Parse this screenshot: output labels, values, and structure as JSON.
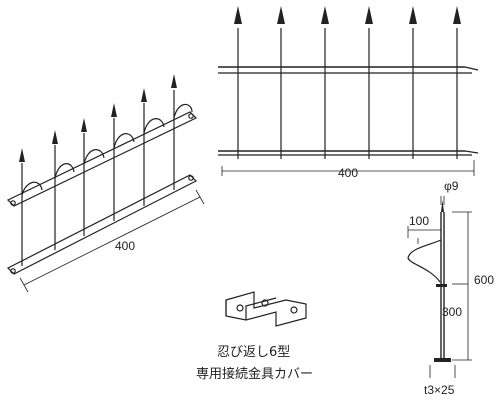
{
  "drawing": {
    "front_view": {
      "width_label": "400"
    },
    "perspective_view": {
      "width_label": "400"
    },
    "side_view": {
      "diameter_label": "φ9",
      "return_label": "100",
      "height_label": "600",
      "lower_label": "300",
      "plate_label": "t3×25"
    },
    "caption": {
      "line1": "忍び返し6型",
      "line2": "専用接続金具カバー"
    }
  }
}
